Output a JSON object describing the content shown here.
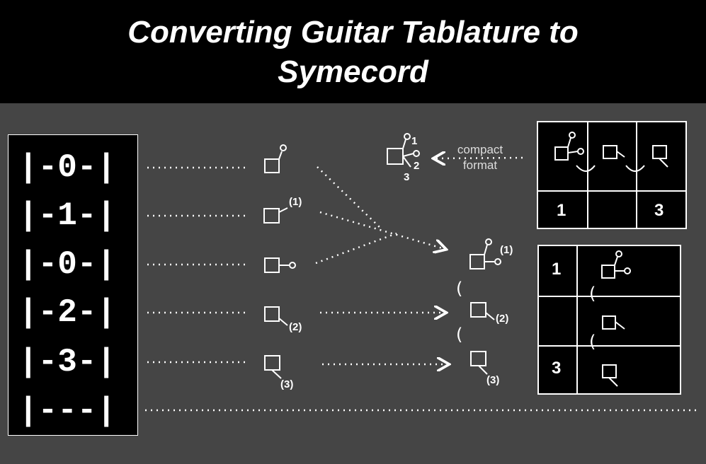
{
  "title": {
    "line1": "Converting Guitar Tablature to",
    "line2": "Symecord"
  },
  "tab_lines": [
    "|-0-|",
    "|-1-|",
    "|-0-|",
    "|-2-|",
    "|-3-|",
    "|---|"
  ],
  "symbol_labels": {
    "s2": "(1)",
    "s4": "(2)",
    "s5": "(3)"
  },
  "merged_labels": {
    "m1": "(1)",
    "m2": "(2)",
    "m3": "(3)"
  },
  "compact_icon_labels": [
    "1",
    "2",
    "3"
  ],
  "compact_label": {
    "line1": "compact",
    "line2": "format"
  },
  "horizontal_table": {
    "numbers": [
      "1",
      "",
      "3"
    ]
  },
  "vertical_table": {
    "numbers": [
      "1",
      "",
      "3"
    ]
  },
  "parens": [
    "(",
    "("
  ],
  "colors": {
    "background": "#454545",
    "header": "#000000",
    "foreground": "#ffffff",
    "compact_text": "#dddddd"
  }
}
